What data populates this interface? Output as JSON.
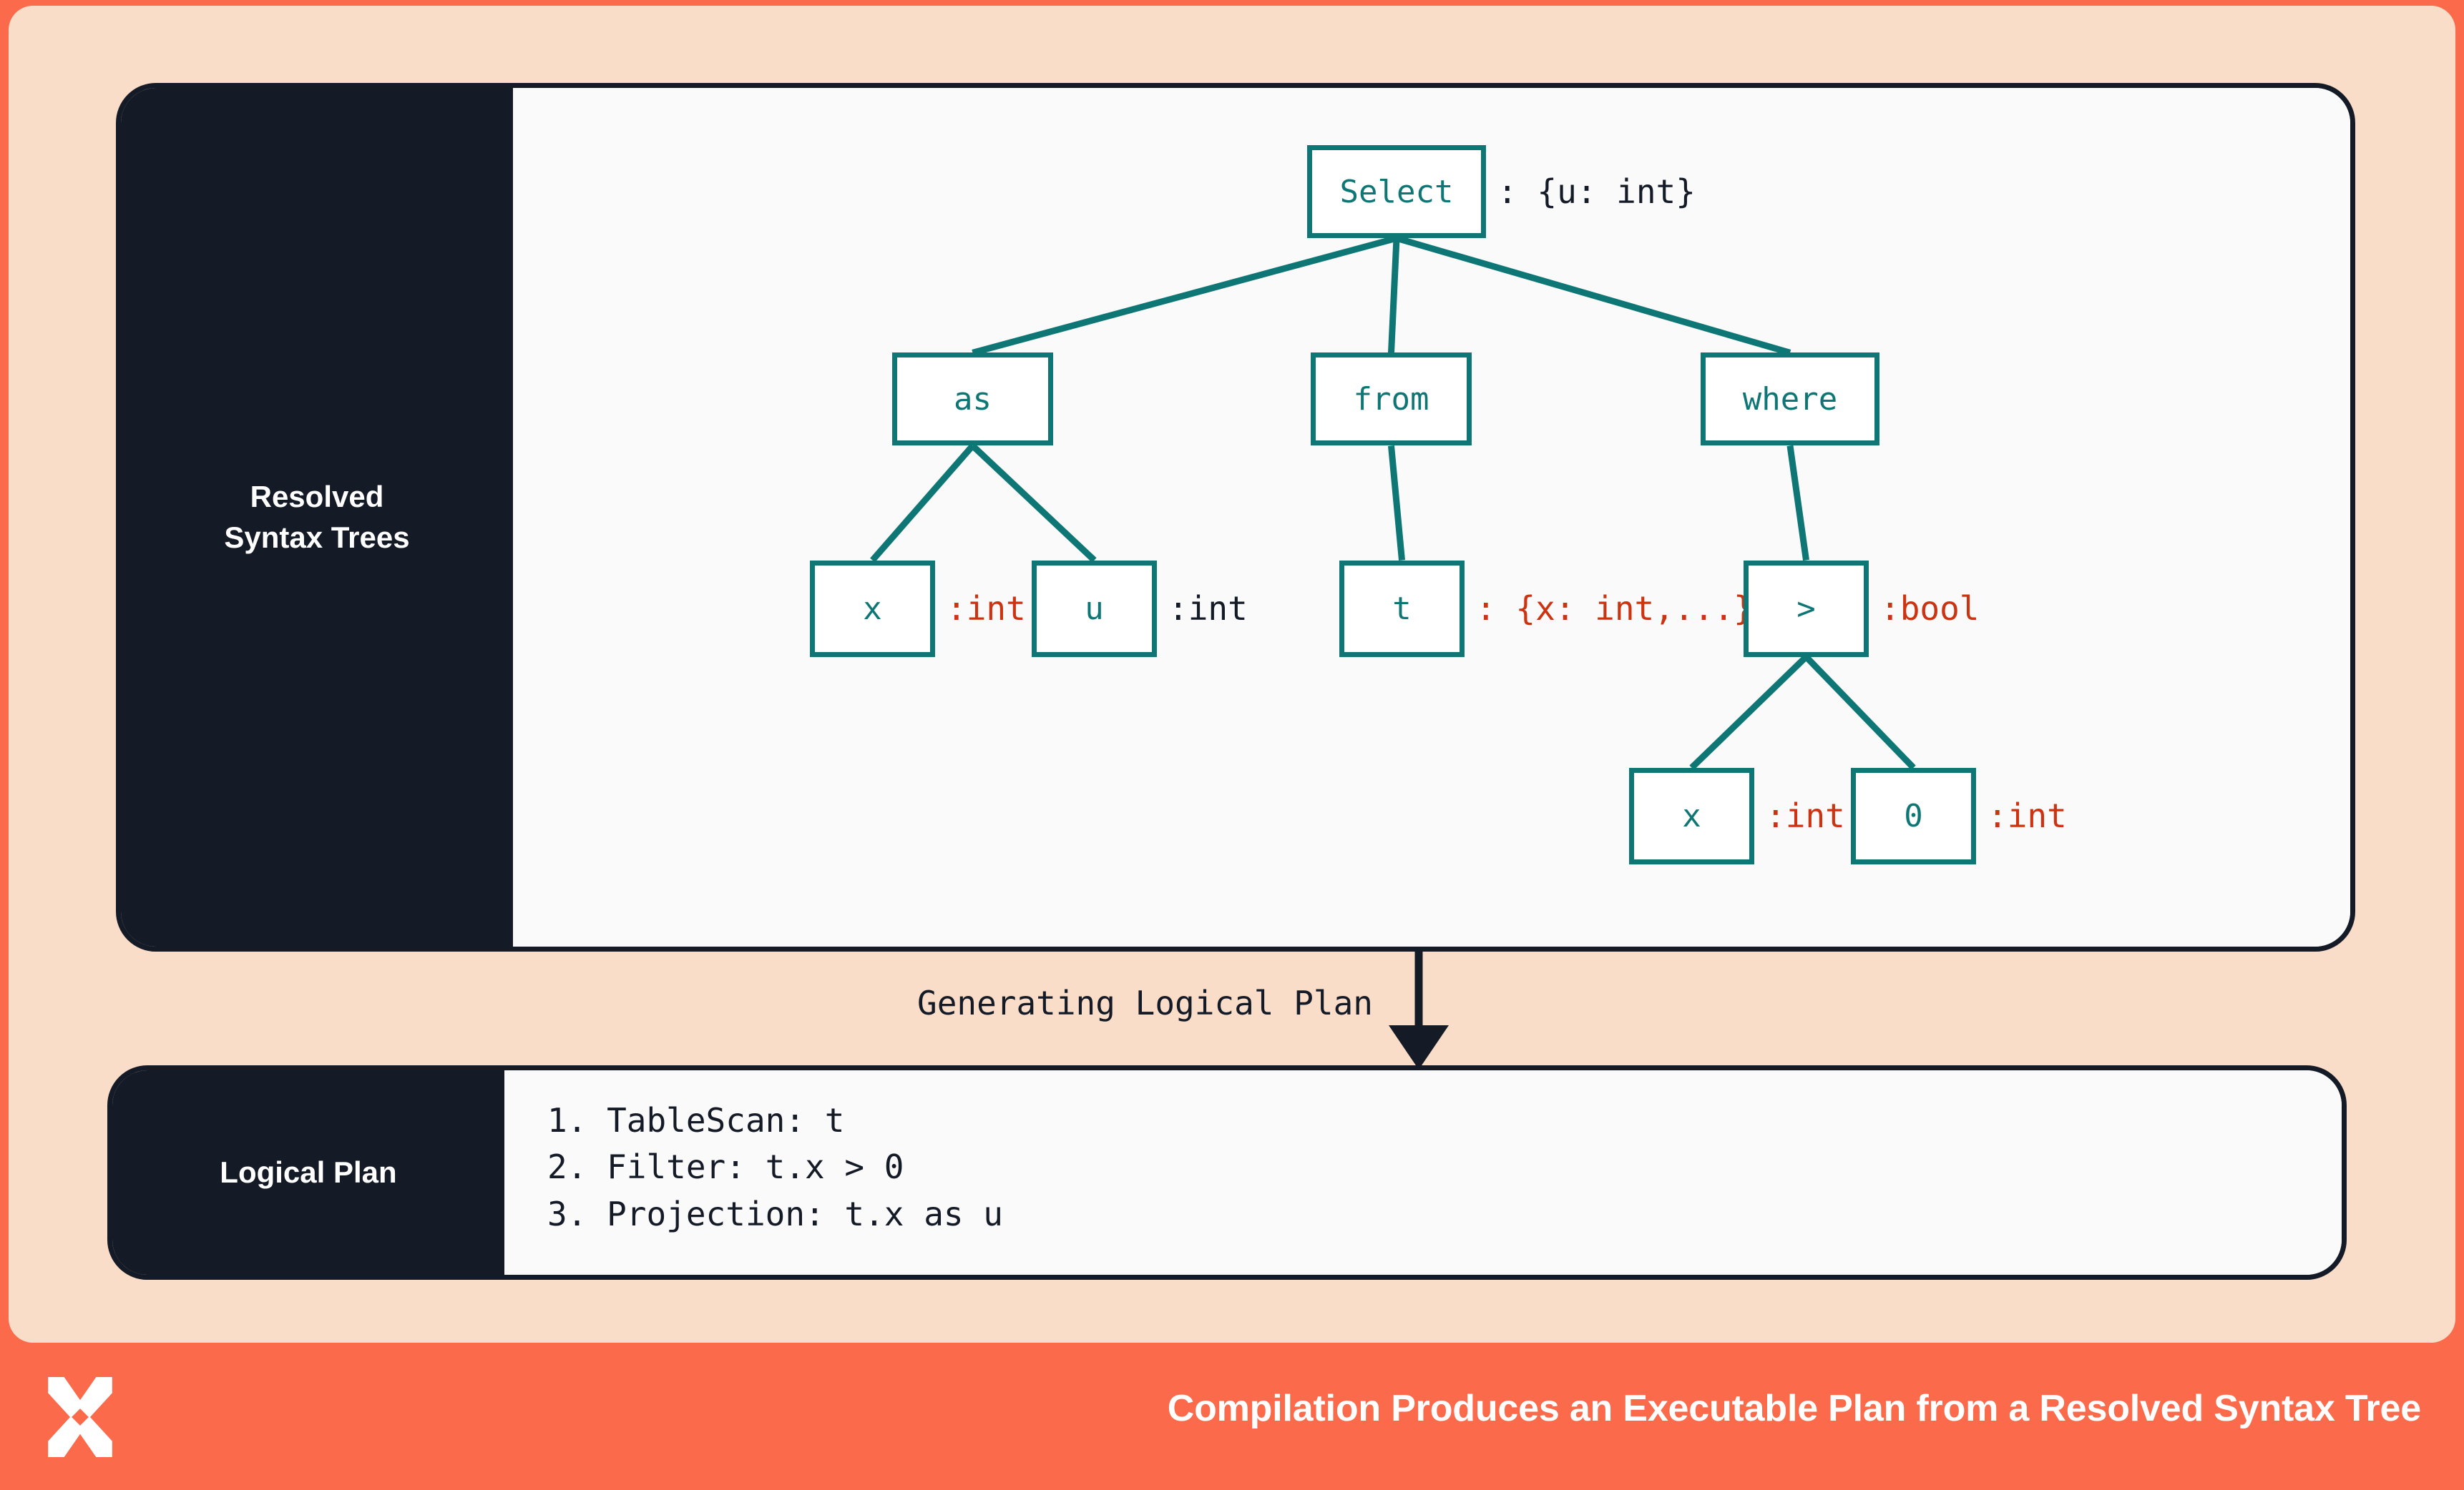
{
  "theme": {
    "frame_orange": "#FB6A4A",
    "canvas_peach": "#F9DDC9",
    "panel_dark": "#141A26",
    "card_white": "#FAFAFB",
    "node_teal": "#0E7675",
    "annotation_red": "#CC3311"
  },
  "sections": {
    "resolved_syntax_trees": {
      "label_line1": "Resolved",
      "label_line2": "Syntax Trees"
    },
    "logical_plan": {
      "label": "Logical Plan",
      "steps": [
        "1. TableScan: t",
        "2. Filter: t.x > 0",
        "3. Projection: t.x as u"
      ]
    }
  },
  "flow": {
    "label": "Generating Logical Plan",
    "arrow_icon": "down-arrow-icon"
  },
  "tree": {
    "nodes": [
      {
        "id": "select",
        "label": "Select",
        "annotation": ": {u: int}",
        "annotation_color": "dark"
      },
      {
        "id": "as",
        "label": "as",
        "annotation": "",
        "annotation_color": ""
      },
      {
        "id": "from",
        "label": "from",
        "annotation": "",
        "annotation_color": ""
      },
      {
        "id": "where",
        "label": "where",
        "annotation": "",
        "annotation_color": ""
      },
      {
        "id": "as-x",
        "label": "x",
        "annotation": ":int",
        "annotation_color": "red"
      },
      {
        "id": "as-u",
        "label": "u",
        "annotation": ":int",
        "annotation_color": "dark"
      },
      {
        "id": "from-t",
        "label": "t",
        "annotation": ": {x: int,...}",
        "annotation_color": "red"
      },
      {
        "id": "gt",
        "label": ">",
        "annotation": ":bool",
        "annotation_color": "red"
      },
      {
        "id": "gt-x",
        "label": "x",
        "annotation": ":int",
        "annotation_color": "red"
      },
      {
        "id": "gt-0",
        "label": "0",
        "annotation": ":int",
        "annotation_color": "red"
      }
    ],
    "edges": [
      [
        "select",
        "as"
      ],
      [
        "select",
        "from"
      ],
      [
        "select",
        "where"
      ],
      [
        "as",
        "as-x"
      ],
      [
        "as",
        "as-u"
      ],
      [
        "from",
        "from-t"
      ],
      [
        "where",
        "gt"
      ],
      [
        "gt",
        "gt-x"
      ],
      [
        "gt",
        "gt-0"
      ]
    ]
  },
  "footer": {
    "logo_icon": "x-mark-logo",
    "caption": "Compilation Produces an Executable Plan from a Resolved Syntax Tree"
  }
}
